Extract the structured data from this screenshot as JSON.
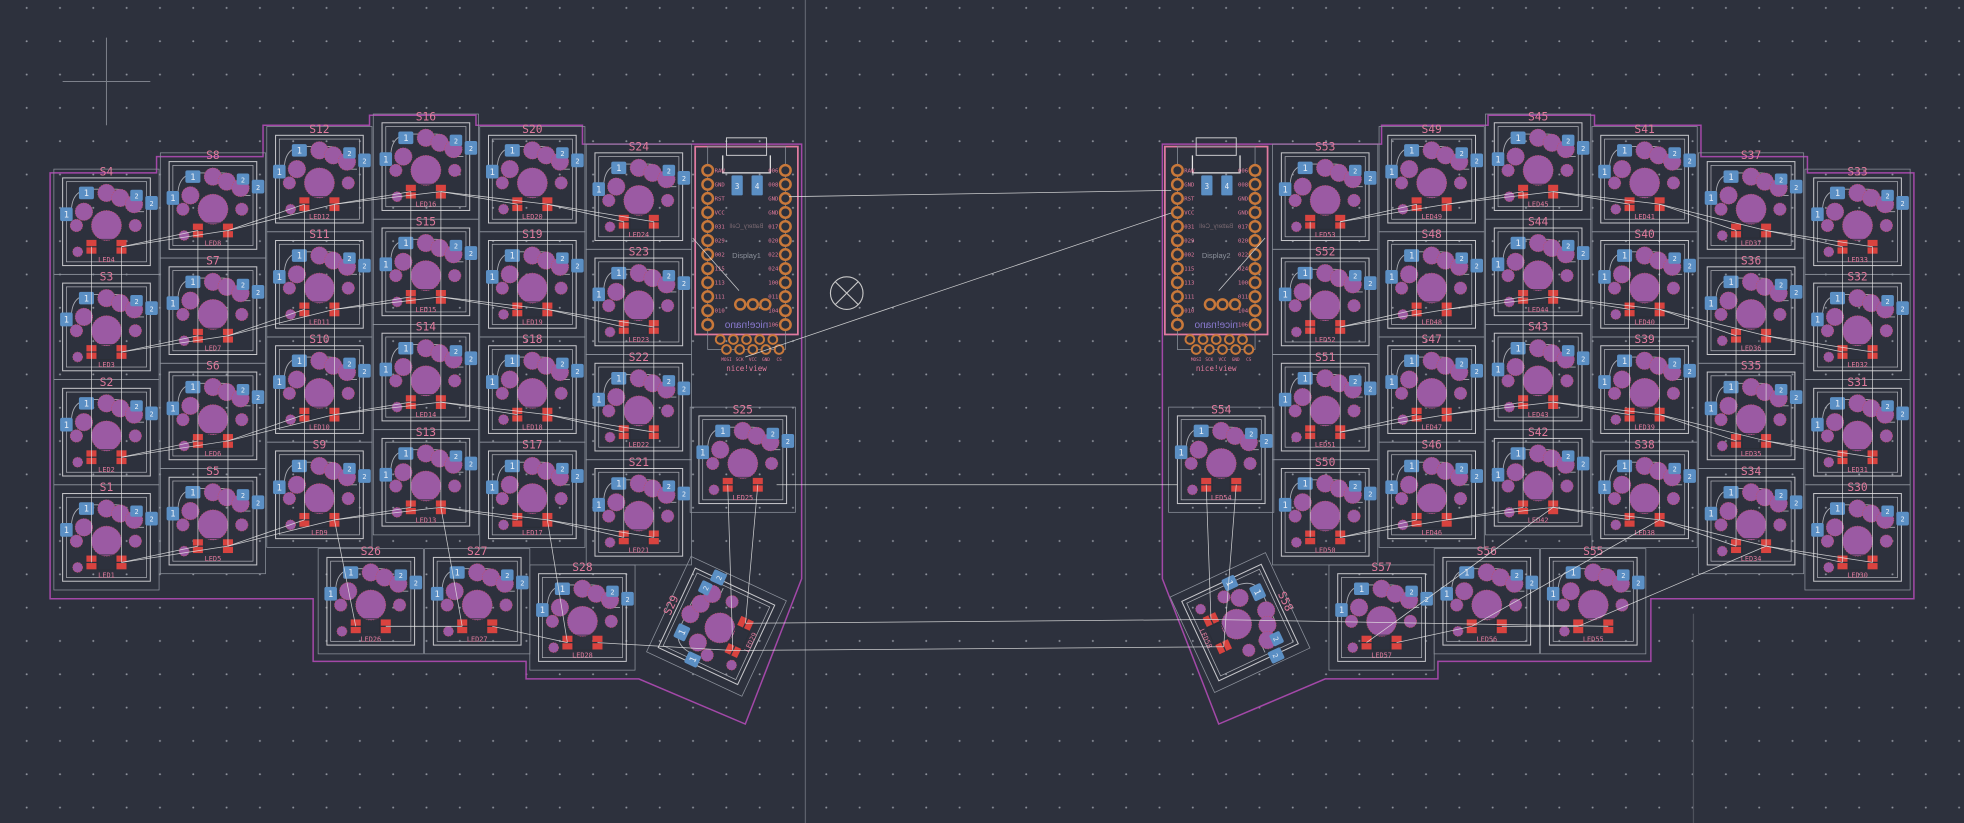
{
  "app": {
    "view": "pcb-editor-canvas"
  },
  "colors": {
    "background": "#2d313d",
    "grid_dot": "#8c909a",
    "board_outline": "#a348a8",
    "courtyard": "#8d929c",
    "silkscreen": "#c8c8cc",
    "pad_through_hole": "#9b5aa3",
    "smd_pad_blue": "#5b8fc4",
    "smd_pad_red": "#d9433f",
    "reference_text": "#e07a9c",
    "ratsnest": "#e6e6e6",
    "controller_outline": "#e07aa0",
    "controller_pin": "#c8783a",
    "axis_line": "#5c606b"
  },
  "left_half": {
    "columns": [
      [
        {
          "sw": "S4",
          "led": "LED4"
        },
        {
          "sw": "S3",
          "led": "LED3"
        },
        {
          "sw": "S2",
          "led": "LED2"
        },
        {
          "sw": "S1",
          "led": "LED1"
        }
      ],
      [
        {
          "sw": "S8",
          "led": "LED8"
        },
        {
          "sw": "S7",
          "led": "LED7"
        },
        {
          "sw": "S6",
          "led": "LED6"
        },
        {
          "sw": "S5",
          "led": "LED5"
        }
      ],
      [
        {
          "sw": "S12",
          "led": "LED12"
        },
        {
          "sw": "S11",
          "led": "LED11"
        },
        {
          "sw": "S10",
          "led": "LED10"
        },
        {
          "sw": "S9",
          "led": "LED9"
        }
      ],
      [
        {
          "sw": "S16",
          "led": "LED16"
        },
        {
          "sw": "S15",
          "led": "LED15"
        },
        {
          "sw": "S14",
          "led": "LED14"
        },
        {
          "sw": "S13",
          "led": "LED13"
        }
      ],
      [
        {
          "sw": "S20",
          "led": "LED20"
        },
        {
          "sw": "S19",
          "led": "LED19"
        },
        {
          "sw": "S18",
          "led": "LED18"
        },
        {
          "sw": "S17",
          "led": "LED17"
        }
      ],
      [
        {
          "sw": "S24",
          "led": "LED24"
        },
        {
          "sw": "S23",
          "led": "LED23"
        },
        {
          "sw": "S22",
          "led": "LED22"
        },
        {
          "sw": "S21",
          "led": "LED21"
        }
      ]
    ],
    "inner_key": {
      "sw": "S25",
      "led": "LED25"
    },
    "thumbs": [
      {
        "sw": "S26",
        "led": "LED26"
      },
      {
        "sw": "S27",
        "led": "LED27"
      },
      {
        "sw": "S28",
        "led": "LED28"
      }
    ],
    "rotated_thumb": {
      "sw": "S29",
      "led": "LED29"
    },
    "controller": {
      "name": "nice!nano",
      "display": "Display1",
      "battery": "Battery_Cell",
      "header": "nice!view",
      "battery_pads": [
        "3",
        "4"
      ],
      "pins_left": [
        "RAW",
        "GND",
        "RST",
        "VCC",
        "031",
        "029",
        "002",
        "115",
        "113",
        "111",
        "010",
        ""
      ],
      "pins_right": [
        "006",
        "008",
        "GND",
        "GND",
        "017",
        "020",
        "022",
        "024",
        "100",
        "011",
        "104",
        "106"
      ],
      "header_pins": [
        "MOSI",
        "SCK",
        "VCC",
        "GND",
        "CS"
      ]
    }
  },
  "right_half": {
    "columns": [
      [
        {
          "sw": "S53",
          "led": "LED53"
        },
        {
          "sw": "S52",
          "led": "LED52"
        },
        {
          "sw": "S51",
          "led": "LED51"
        },
        {
          "sw": "S50",
          "led": "LED50"
        }
      ],
      [
        {
          "sw": "S49",
          "led": "LED49"
        },
        {
          "sw": "S48",
          "led": "LED48"
        },
        {
          "sw": "S47",
          "led": "LED47"
        },
        {
          "sw": "S46",
          "led": "LED46"
        }
      ],
      [
        {
          "sw": "S45",
          "led": "LED45"
        },
        {
          "sw": "S44",
          "led": "LED44"
        },
        {
          "sw": "S43",
          "led": "LED43"
        },
        {
          "sw": "S42",
          "led": "LED42"
        }
      ],
      [
        {
          "sw": "S41",
          "led": "LED41"
        },
        {
          "sw": "S40",
          "led": "LED40"
        },
        {
          "sw": "S39",
          "led": "LED39"
        },
        {
          "sw": "S38",
          "led": "LED38"
        }
      ],
      [
        {
          "sw": "S37",
          "led": "LED37"
        },
        {
          "sw": "S36",
          "led": "LED36"
        },
        {
          "sw": "S35",
          "led": "LED35"
        },
        {
          "sw": "S34",
          "led": "LED34"
        }
      ],
      [
        {
          "sw": "S33",
          "led": "LED33"
        },
        {
          "sw": "S32",
          "led": "LED32"
        },
        {
          "sw": "S31",
          "led": "LED31"
        },
        {
          "sw": "S30",
          "led": "LED30"
        }
      ]
    ],
    "inner_key": {
      "sw": "S54",
      "led": "LED54"
    },
    "thumbs": [
      {
        "sw": "S57",
        "led": "LED57"
      },
      {
        "sw": "S56",
        "led": "LED56"
      },
      {
        "sw": "S55",
        "led": "LED55"
      }
    ],
    "rotated_thumb": {
      "sw": "S58",
      "led": "LED58"
    },
    "controller": {
      "name": "nice!nano",
      "display": "Display2",
      "battery": "Battery_Cell",
      "header": "nice!view",
      "battery_pads": [
        "3",
        "4"
      ],
      "pins_left": [
        "RAW",
        "GND",
        "RST",
        "VCC",
        "031",
        "029",
        "002",
        "115",
        "113",
        "111",
        "010",
        ""
      ],
      "pins_right": [
        "006",
        "008",
        "GND",
        "GND",
        "017",
        "020",
        "022",
        "024",
        "100",
        "011",
        "104",
        "106"
      ],
      "header_pins": [
        "MOSI",
        "SCK",
        "VCC",
        "GND",
        "CS"
      ]
    }
  },
  "pad_labels": {
    "pin1": "1",
    "pin2": "2"
  }
}
